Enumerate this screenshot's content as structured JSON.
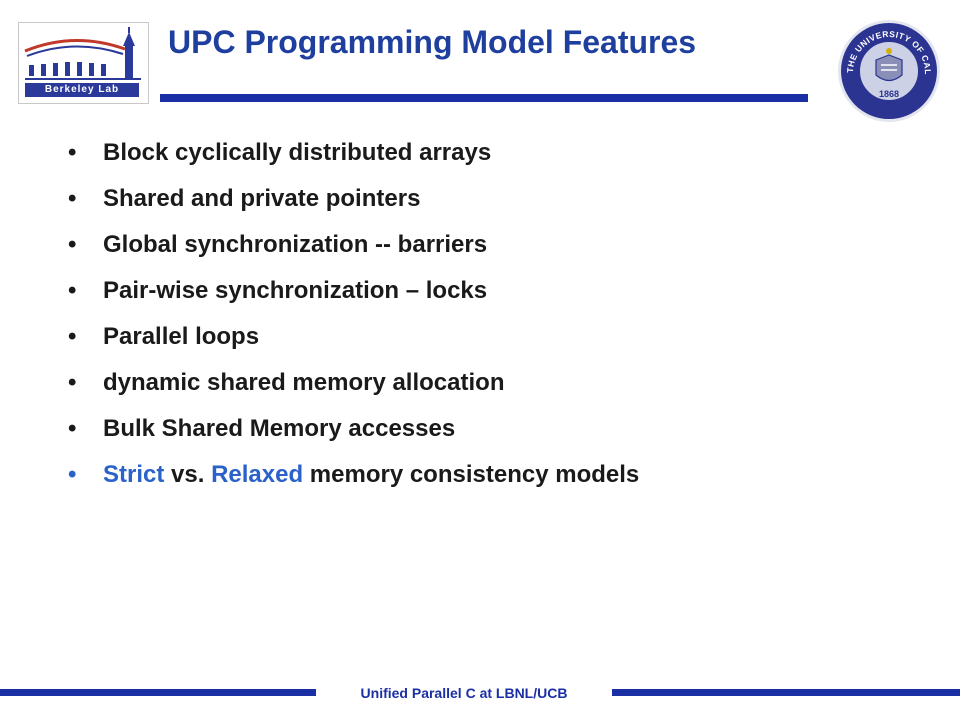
{
  "header": {
    "title": "UPC Programming Model Features",
    "lab_logo_text": "Berkeley Lab",
    "seal_text": "THE UNIVERSITY OF CALIFORNIA",
    "seal_year": "1868"
  },
  "bullets": [
    {
      "text": "Block cyclically distributed arrays"
    },
    {
      "text": "Shared and private pointers"
    },
    {
      "text": "Global synchronization -- barriers"
    },
    {
      "text": "Pair-wise synchronization – locks"
    },
    {
      "text": "Parallel loops"
    },
    {
      "text": "dynamic shared memory allocation"
    },
    {
      "text": "Bulk Shared Memory accesses"
    }
  ],
  "last_bullet": {
    "part1": "Strict",
    "part2": " vs. ",
    "part3": "Relaxed",
    "part4": " memory consistency models"
  },
  "bullet_symbol": "•",
  "footer": {
    "text": "Unified Parallel C at LBNL/UCB"
  },
  "colors": {
    "title": "#1e3f9e",
    "rule": "#1b2fa5",
    "highlight": "#2a62c9",
    "body_text": "#1a1a1a"
  }
}
